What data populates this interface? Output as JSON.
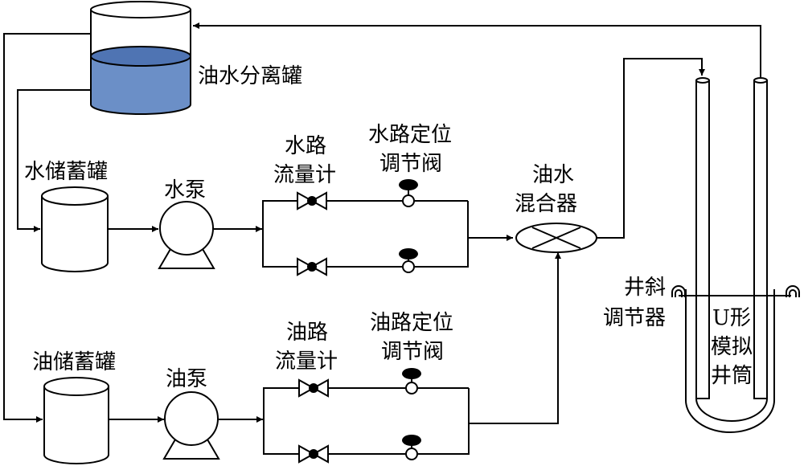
{
  "labels": {
    "separator_tank": "油水分离罐",
    "water_tank": "水储蓄罐",
    "water_pump": "水泵",
    "water_flowmeter_l1": "水路",
    "water_flowmeter_l2": "流量计",
    "water_valve_l1": "水路定位",
    "water_valve_l2": "调节阀",
    "mixer_l1": "油水",
    "mixer_l2": "混合器",
    "incline_l1": "井斜",
    "incline_l2": "调节器",
    "wellbore_l1": "U形",
    "wellbore_l2": "模拟",
    "wellbore_l3": "井筒",
    "oil_tank": "油储蓄罐",
    "oil_pump": "油泵",
    "oil_flowmeter_l1": "油路",
    "oil_flowmeter_l2": "流量计",
    "oil_valve_l1": "油路定位",
    "oil_valve_l2": "调节阀"
  },
  "colors": {
    "liquid": "#6b8fc7",
    "liquid_top": "#4f74b3",
    "line": "#000000",
    "valve_knob": "#000000"
  }
}
